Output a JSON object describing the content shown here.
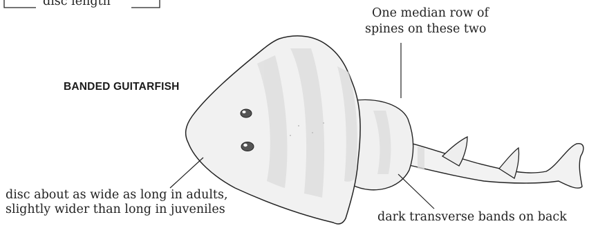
{
  "figure": {
    "species_name": "BANDED GUITARFISH",
    "measure_label": "disc length",
    "spine_note": [
      "One median row of",
      "spines on these two"
    ],
    "disc_note": [
      "disc about as wide as long in adults,",
      "slightly wider than long in juveniles"
    ],
    "band_note": "dark transverse bands on back"
  },
  "colors": {
    "ink": "#222222",
    "body_fill": "#f1f1f1",
    "band_fill": "#dcdcdc",
    "eye_fill": "#555555"
  }
}
